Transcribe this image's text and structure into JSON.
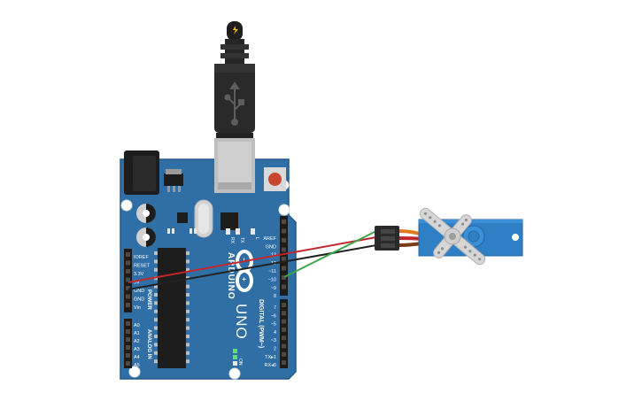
{
  "board": {
    "brand": "ARDUINO",
    "model": "UNO",
    "on_label": "ON",
    "power_header_title": "POWER",
    "analog_header_title": "ANALOG IN",
    "digital_header_title": "DIGITAL (PWM~)",
    "tx_label": "TX",
    "rx_label": "RX",
    "l_label": "L",
    "power_pins": [
      "IOREF",
      "RESET",
      "3.3V",
      "5V",
      "GND",
      "GND",
      "Vin"
    ],
    "analog_pins": [
      "A0",
      "A1",
      "A2",
      "A3",
      "A4",
      "A5"
    ],
    "digital_pins_top": [
      "AREF",
      "GND",
      "13",
      "12",
      "~11",
      "~10",
      "~9",
      "8"
    ],
    "digital_pins_bottom": [
      "7",
      "~6",
      "~5",
      "4",
      "~3",
      "2",
      "TX▸1",
      "RX◂0"
    ]
  },
  "colors": {
    "board": "#2f6fa6",
    "board_dark": "#1f4f7d",
    "header": "#1b1b1b",
    "usb": "#2a2a2a",
    "wire_red": "#c0282d",
    "wire_black": "#222222",
    "wire_green": "#3aa84a",
    "wire_orange": "#e07a1f",
    "wire_brown": "#7a3b17",
    "servo": "#2f7fc4",
    "reset_button": "#c9462e",
    "led_green": "#5fe06a"
  },
  "icons": {
    "usb_symbol": "usb-icon",
    "lightning": "lightning-icon",
    "logo": "arduino-infinity-logo"
  }
}
